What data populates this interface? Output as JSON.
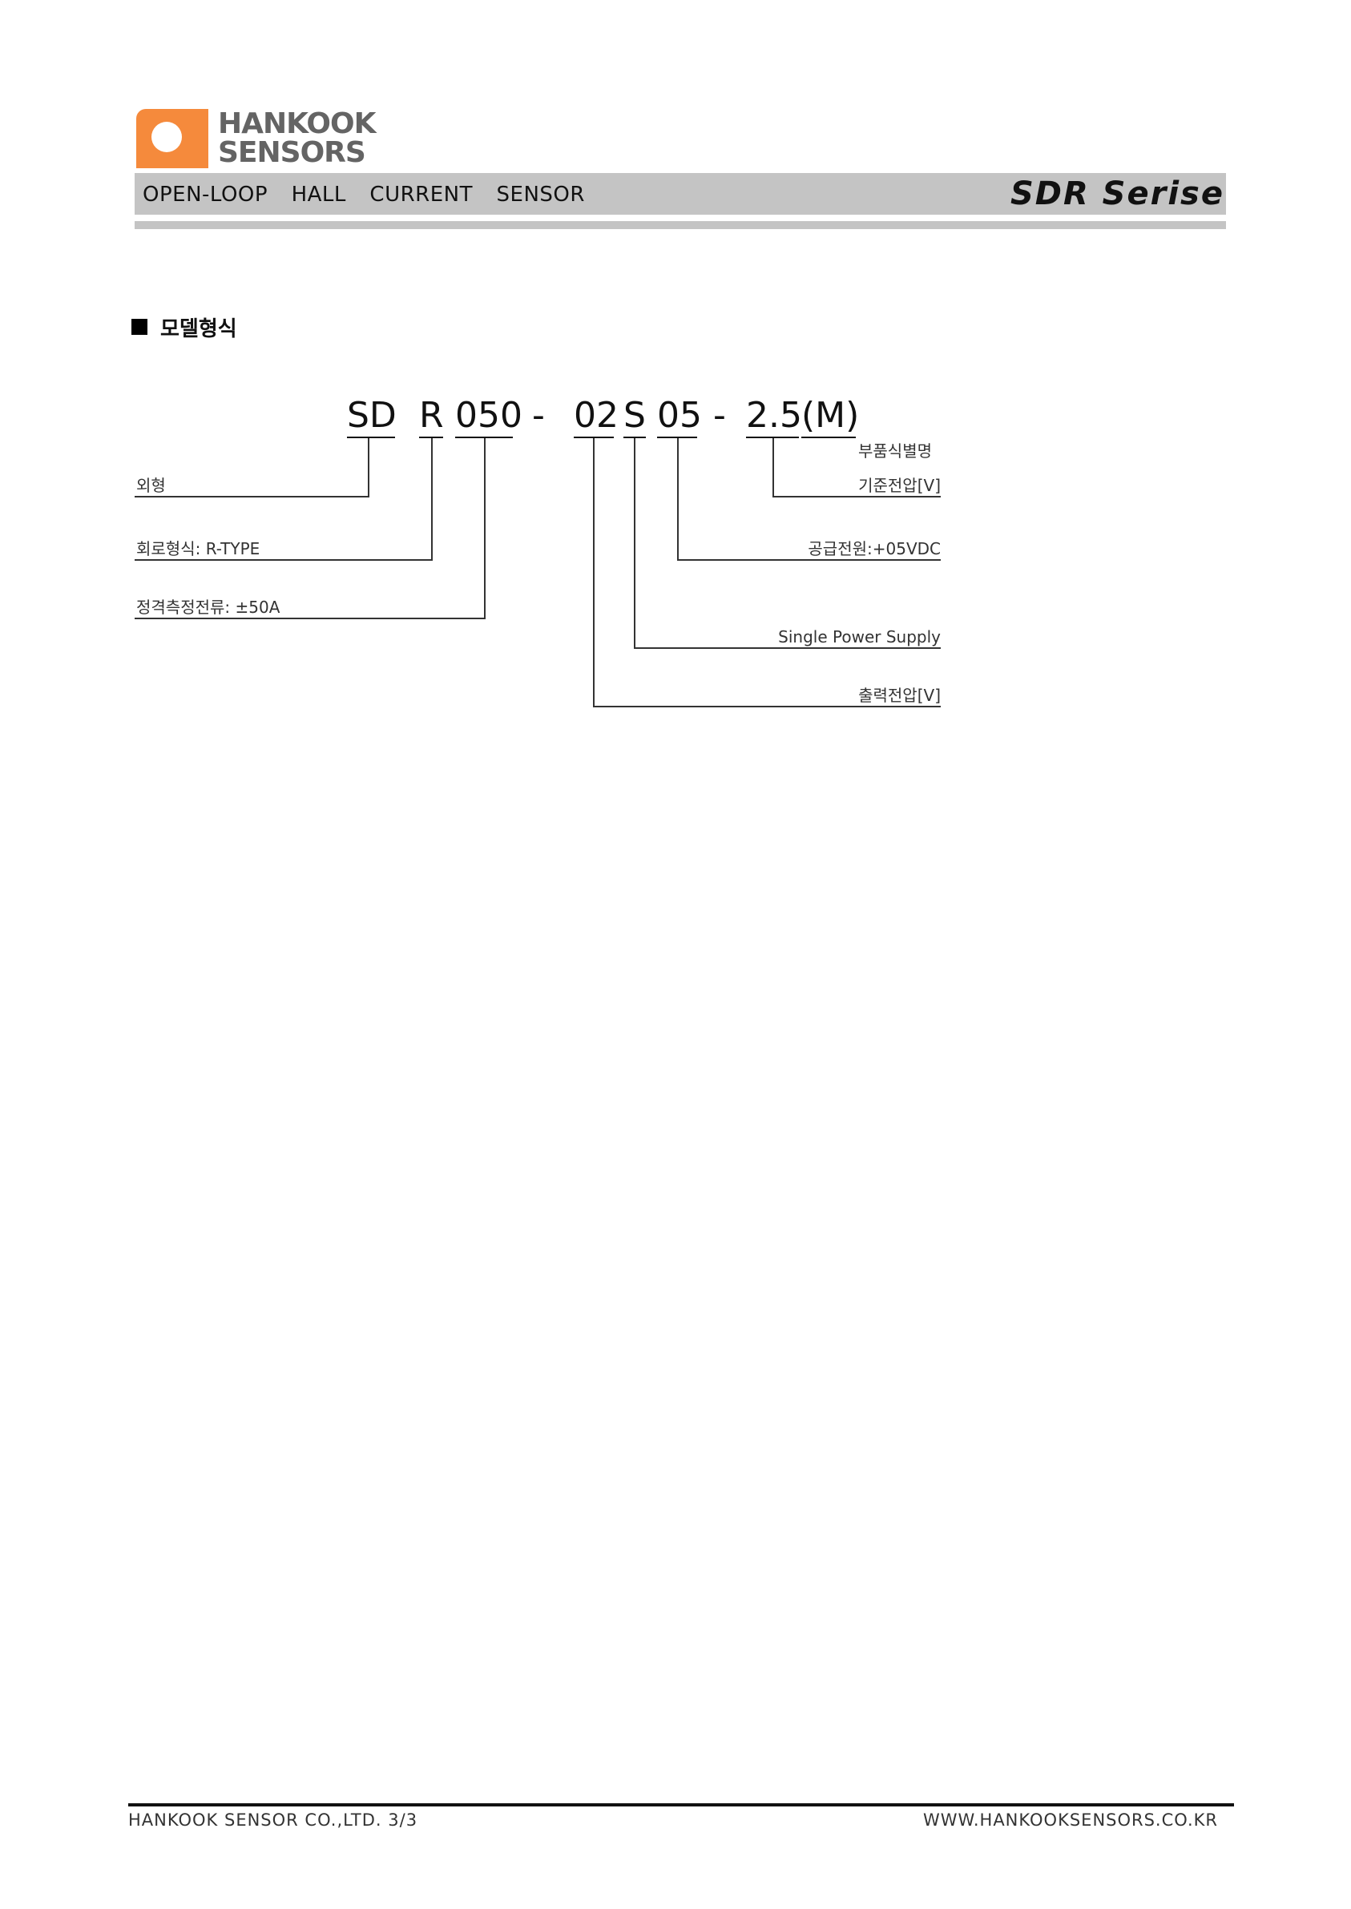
{
  "header": {
    "logo_line1": "HANKOOK",
    "logo_line2": "SENSORS",
    "product_type": "OPEN-LOOP  HALL  CURRENT  SENSOR",
    "series": "SDR Serise",
    "brand_color": "#f58a3c",
    "bar_color": "#c4c4c4"
  },
  "section": {
    "title": "모델형식"
  },
  "model_code": {
    "parts": [
      "SD",
      "R",
      "050",
      "-",
      "02",
      "S",
      "05",
      "-",
      "2.5",
      "(M)"
    ]
  },
  "labels": {
    "appearance": "외형",
    "circuit_type": "회로형식: R-TYPE",
    "rated_current": "정격측정전류: ±50A",
    "part_id": "부품식별명",
    "ref_voltage": "기준전압[V]",
    "supply_voltage": "공급전원:+05VDC",
    "single_supply": "Single Power Supply",
    "output_voltage": "출력전압[V]"
  },
  "footer": {
    "left": "HANKOOK SENSOR CO.,LTD. 3/3",
    "right": "WWW.HANKOOKSENSORS.CO.KR"
  }
}
